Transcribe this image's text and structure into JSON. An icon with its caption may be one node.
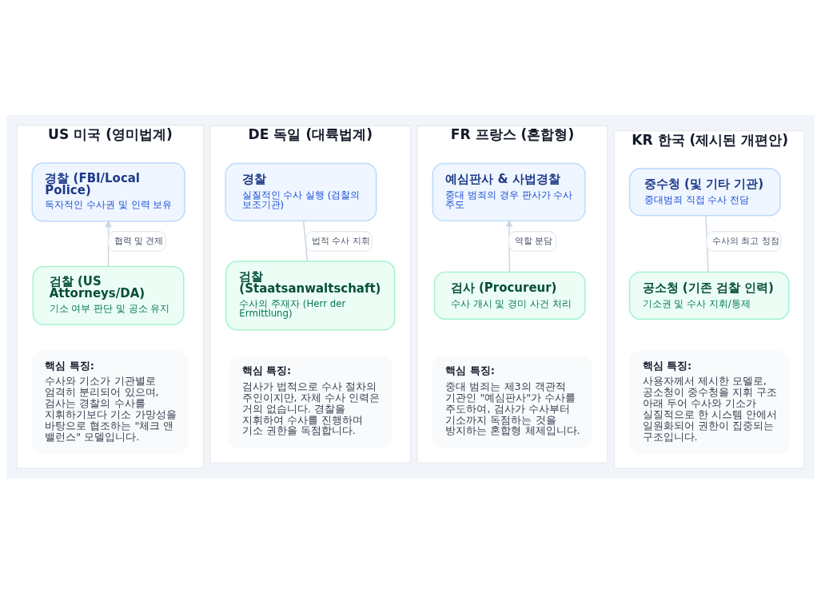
{
  "diagram": {
    "nodes": [
      {
        "text": [
          "US 미국 (영미법계)"
        ]
      },
      {
        "text": [
          "경찰 (FBI/Local Police)",
          "독자적인 수사권 및 인력 보유"
        ],
        "in": 0
      },
      {
        "text": [
          "검찰 (US Attorneys/DA)",
          "기소 여부 판단 및 공소 유지"
        ],
        "in": 0
      },
      {
        "text": [
          "핵심 특징:",
          "수사와 기소가 기관별로 엄격히 분리되어 있으며, 검사는 경찰의 수사를 지휘하기보다 기소 가망성을 바탕으로 협조하는 \"체크 앤 밸런스\" 모델입니다."
        ],
        "in": 0
      },
      {
        "text": [
          "DE 독일 (대륙법계)"
        ]
      },
      {
        "text": [
          "경찰",
          "실질적인 수사 실행 (검찰의 보조기관)"
        ],
        "in": 4
      },
      {
        "text": [
          "검찰 (Staatsanwaltschaft)",
          "수사의 주재자 (Herr der Ermittlung)"
        ],
        "in": 4
      },
      {
        "text": [
          "핵심 특징:",
          "검사가 법적으로 수사 절차의 주인이지만, 자체 수사 인력은 거의 없습니다. 경찰을 지휘하여 수사를 진행하며 기소 권한을 독점합니다."
        ],
        "in": 4
      },
      {
        "text": [
          "FR 프랑스 (혼합형)"
        ]
      },
      {
        "text": [
          "예심판사 & 사법경찰",
          "중대 범죄의 경우 판사가 수사 주도"
        ],
        "in": 8
      },
      {
        "text": [
          "검사 (Procureur)",
          "수사 개시 및 경미 사건 처리"
        ],
        "in": 8
      },
      {
        "text": [
          "핵심 특징:",
          "중대 범죄는 제3의 객관적 기관인 \"예심판사\"가 수사를 주도하여, 검사가 수사부터 기소까지 독점하는 것을 방지하는 혼합형 체제입니다."
        ],
        "in": 8
      },
      {
        "text": [
          "KR 한국 (제시된 개편안)"
        ]
      },
      {
        "text": [
          "중수청 (및 기타 기관)",
          "중대범죄 직접 수사 전담"
        ],
        "in": 12
      },
      {
        "text": [
          "공소청 (기존 검찰 인력)",
          "기소권 및 수사 지휘/통제"
        ],
        "in": 12
      },
      {
        "text": [
          "핵심 특징:",
          "사용자께서 제시한 모델로, 공소청이 중수청을 지휘 구조 아래 두어 수사와 기소가 실질적으로 한 시스템 안에서 일원화되어 권한이 집중되는 구조입니다."
        ],
        "in": 12
      }
    ],
    "edges": [
      {
        "from": 2,
        "to": 1,
        "arrow": "to",
        "label": "협력 및 견제"
      },
      {
        "from": 5,
        "to": 6,
        "arrow": "none",
        "label": "법적 수사 지휘"
      },
      {
        "from": 10,
        "to": 9,
        "arrow": "to",
        "label": "역할 분담"
      },
      {
        "from": 13,
        "to": 14,
        "arrow": "none",
        "label": "수사의 최고 정점"
      }
    ]
  }
}
